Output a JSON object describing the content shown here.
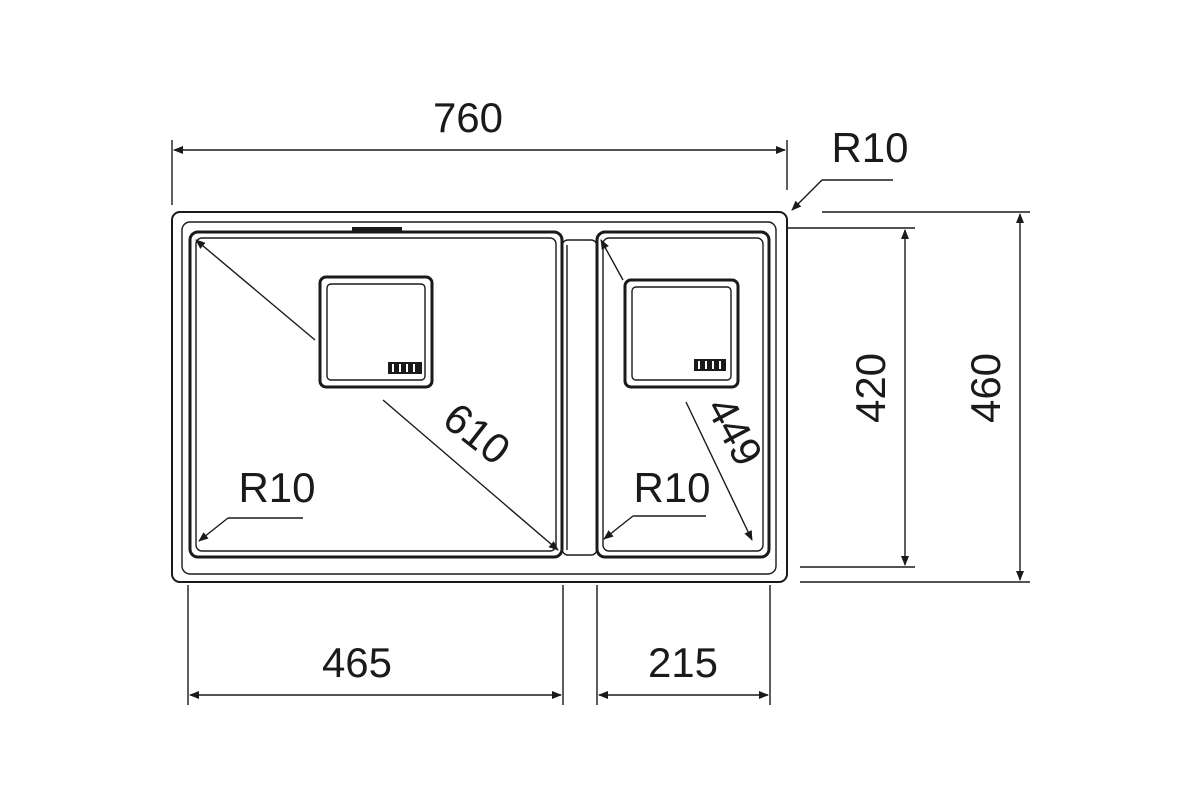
{
  "drawing": {
    "dimensions": {
      "overall_width": "760",
      "overall_depth": "460",
      "inner_depth": "420",
      "left_bowl_width": "465",
      "right_bowl_width": "215",
      "left_bowl_diagonal": "610",
      "right_bowl_diagonal": "449",
      "corner_radius_outer": "R10",
      "corner_radius_left_bowl": "R10",
      "corner_radius_right_bowl": "R10"
    }
  }
}
